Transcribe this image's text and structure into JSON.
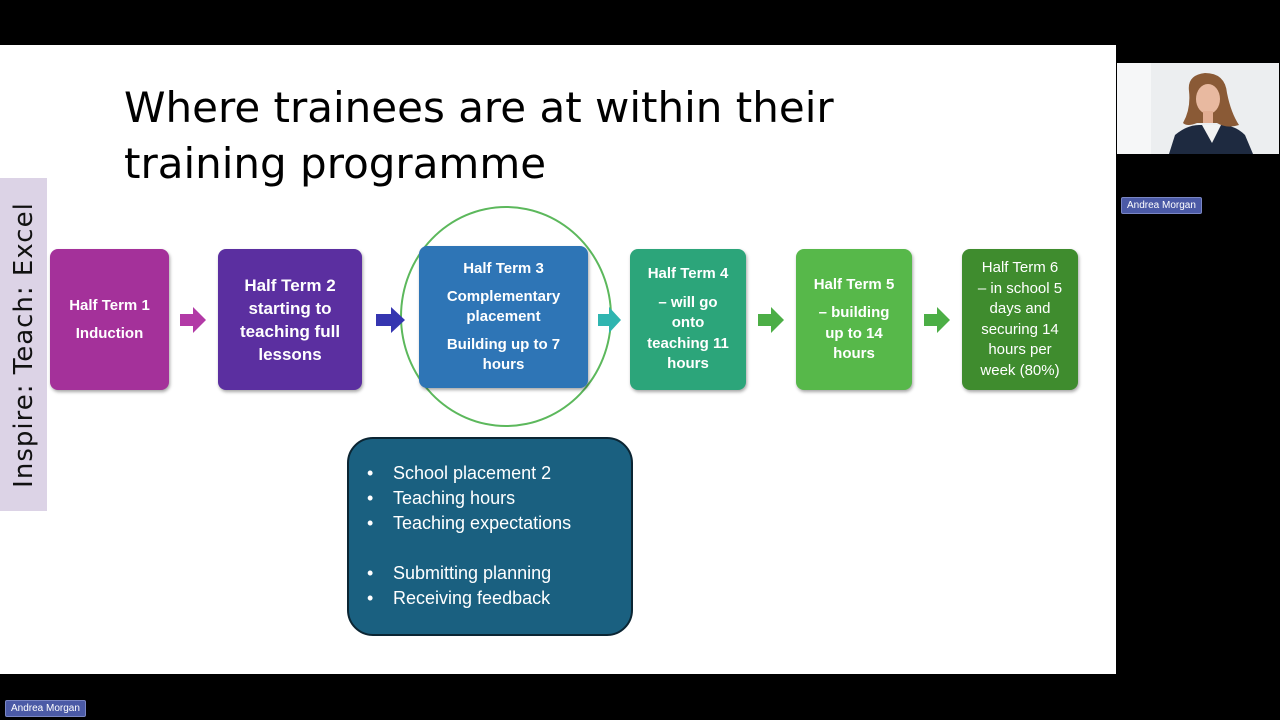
{
  "slide": {
    "title_line1": "Where trainees are at within their",
    "title_line2": "training programme",
    "side_banner": "Inspire: Teach: Excel",
    "steps": [
      {
        "lines": [
          "Half Term 1",
          "Induction"
        ],
        "color": "#a4319a"
      },
      {
        "lines": [
          "Half Term 2",
          "starting to",
          "teaching full",
          "lessons"
        ],
        "color": "#5b2fa0"
      },
      {
        "lines": [
          "Half Term 3",
          "Complementary",
          "placement",
          "Building up to 7",
          "hours"
        ],
        "color": "#2e75b6"
      },
      {
        "lines": [
          "Half Term 4",
          "– will go",
          "onto",
          "teaching 11",
          "hours"
        ],
        "color": "#2ca57a"
      },
      {
        "lines": [
          "Half Term 5",
          "– building",
          "up to 14",
          "hours"
        ],
        "color": "#57b84a"
      },
      {
        "lines": [
          "Half Term 6",
          "– in school 5",
          "days and",
          "securing 14",
          "hours per",
          "week (80%)"
        ],
        "color": "#3f8c2e"
      }
    ],
    "arrow_colors": [
      "#b23aa6",
      "#3535b0",
      "#2fb5b0",
      "#4cae46",
      "#4cae46"
    ],
    "info_box": {
      "group1": [
        "School placement 2",
        "Teaching hours",
        "Teaching expectations"
      ],
      "group2": [
        "Submitting planning",
        "Receiving feedback"
      ]
    }
  },
  "participants": {
    "speaker_name": "Andrea Morgan",
    "self_name": "Andrea Morgan"
  }
}
